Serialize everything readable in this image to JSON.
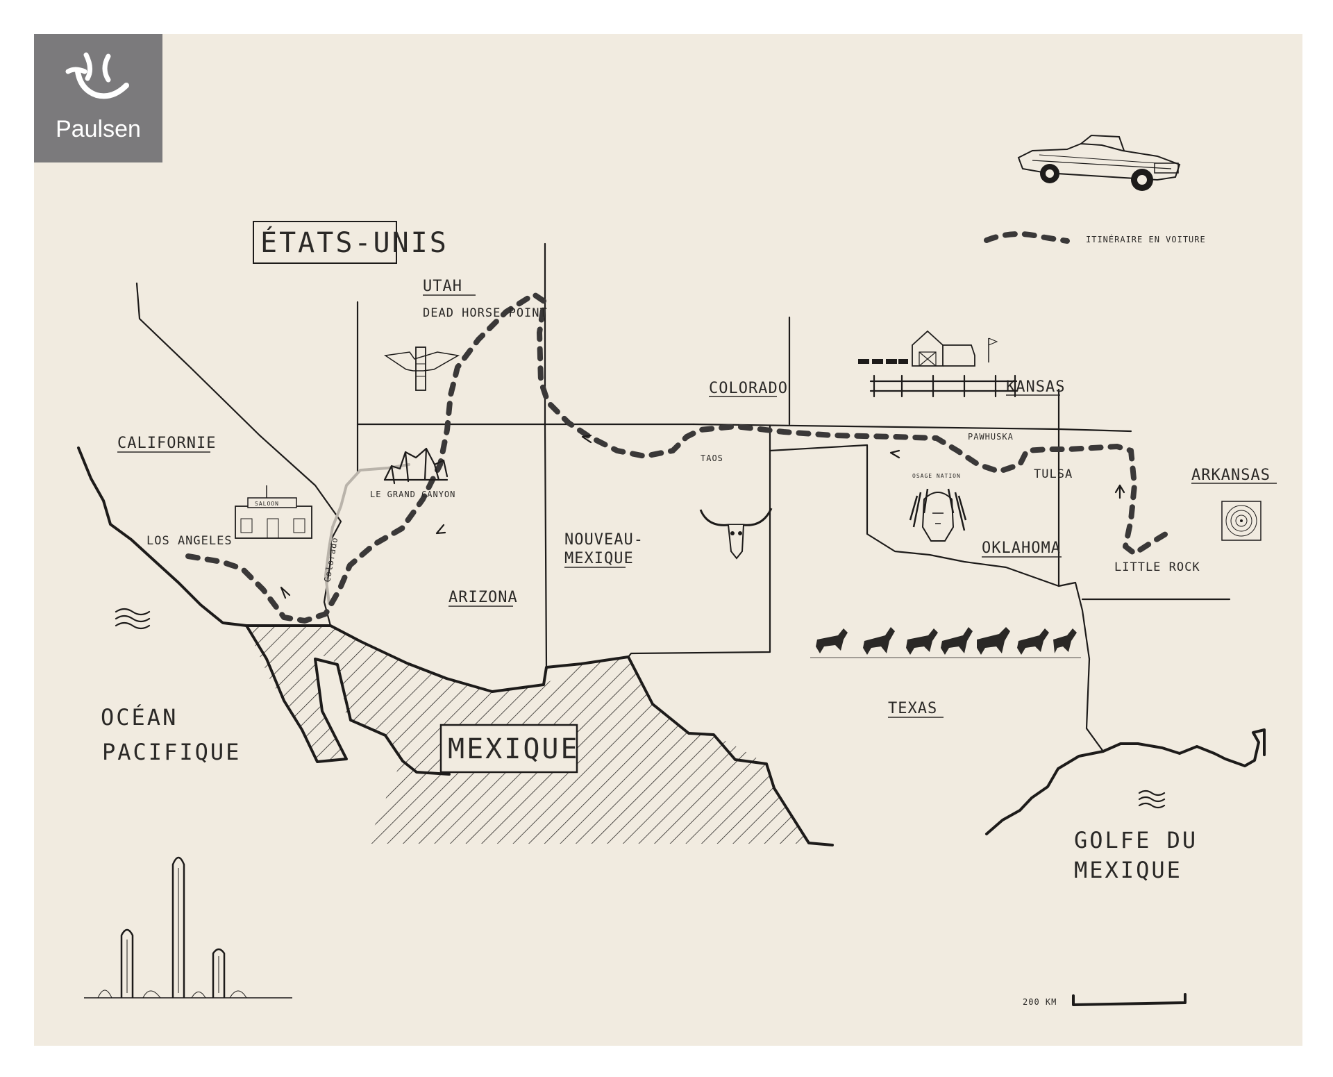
{
  "brand": {
    "name": "Paulsen"
  },
  "map": {
    "country_title": "ÉTATS-UNIS",
    "mexico_title": "MEXIQUE",
    "legend": {
      "route_label": "ITINÉRAIRE EN VOITURE"
    },
    "scale_label": "200 KM",
    "states": {
      "utah": "UTAH",
      "colorado": "COLORADO",
      "kansas": "KANSAS",
      "california": "CALIFORNIE",
      "arkansas": "ARKANSAS",
      "nouveau_mexique_1": "NOUVEAU-",
      "nouveau_mexique_2": "MEXIQUE",
      "arizona": "ARIZONA",
      "oklahoma": "OKLAHOMA",
      "texas": "TEXAS"
    },
    "places": {
      "dead_horse_point": "DEAD HORSE POINT",
      "grand_canyon": "LE GRAND CANYON",
      "los_angeles": "LOS ANGELES",
      "taos": "TAOS",
      "pawhuska": "PAWHUSKA",
      "tulsa": "TULSA",
      "osage_nation": "OSAGE NATION",
      "little_rock": "LITTLE ROCK",
      "saloon": "SALOON"
    },
    "rivers": {
      "colorado": "Colorado"
    },
    "seas": {
      "pacific_1": "OCÉAN",
      "pacific_2": "PACIFIQUE",
      "gulf_1": "GOLFE DU",
      "gulf_2": "MEXIQUE"
    },
    "icons": [
      "convertible-car-icon",
      "totem-icon",
      "barn-icon",
      "fence-icon",
      "saloon-icon",
      "canyon-icon",
      "bull-skull-icon",
      "native-chief-icon",
      "target-icon",
      "horses-icon",
      "cactus-icon",
      "waves-icon"
    ],
    "colors": {
      "paper": "#f1ebe0",
      "ink": "#1d1b1a",
      "route": "#3a3838",
      "logo_bg": "#7b7a7c"
    }
  }
}
